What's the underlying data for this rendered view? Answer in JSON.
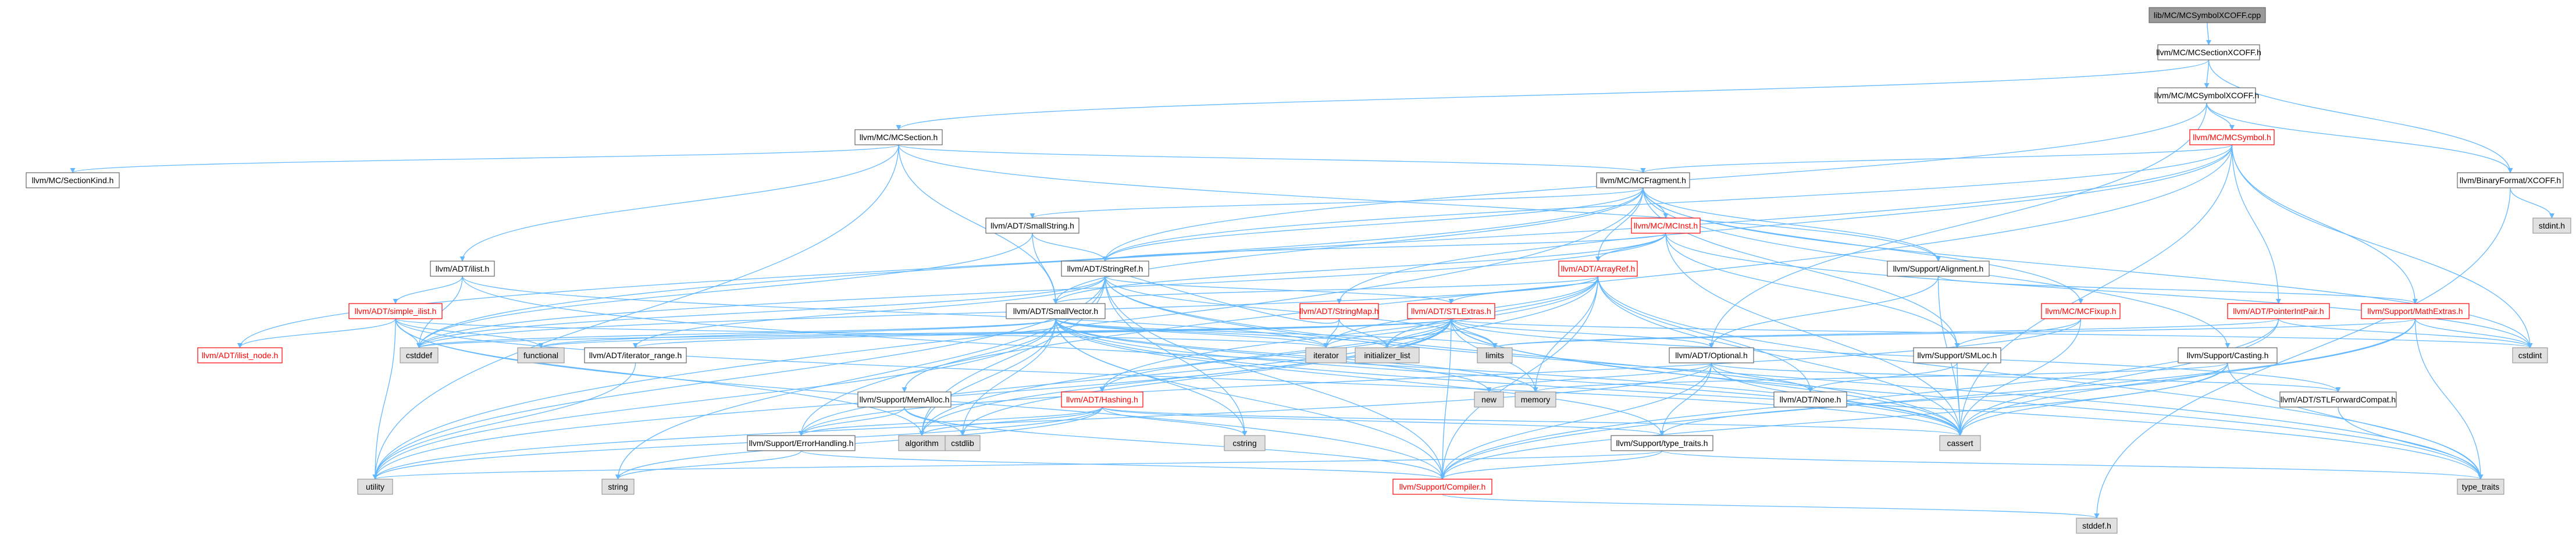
{
  "colors": {
    "root_fill": "#999999",
    "root_text": "#000000",
    "default_fill": "#ffffff",
    "default_stroke": "#666666",
    "default_text": "#000000",
    "truncated_stroke": "#ff0000",
    "truncated_text": "#ff0000",
    "system_fill": "#e0e0e0",
    "system_stroke": "#999999",
    "system_text": "#000000",
    "edge": "#63b8ff"
  },
  "nodes": [
    {
      "id": "root",
      "label": "lib/MC/MCSymbolXCOFF.cpp",
      "kind": "root"
    },
    {
      "id": "mcsectionxcoff",
      "label": "llvm/MC/MCSectionXCOFF.h",
      "kind": "default"
    },
    {
      "id": "mcsymbolxcoff",
      "label": "llvm/MC/MCSymbolXCOFF.h",
      "kind": "default"
    },
    {
      "id": "mcsection",
      "label": "llvm/MC/MCSection.h",
      "kind": "default"
    },
    {
      "id": "binaryxcoff",
      "label": "llvm/BinaryFormat/XCOFF.h",
      "kind": "default"
    },
    {
      "id": "mcsymbol",
      "label": "llvm/MC/MCSymbol.h",
      "kind": "truncated"
    },
    {
      "id": "mcsectionkind",
      "label": "llvm/MC/SectionKind.h",
      "kind": "default"
    },
    {
      "id": "mcfragment",
      "label": "llvm/MC/MCFragment.h",
      "kind": "default"
    },
    {
      "id": "stdint",
      "label": "stdint.h",
      "kind": "system"
    },
    {
      "id": "smallstring",
      "label": "llvm/ADT/SmallString.h",
      "kind": "default"
    },
    {
      "id": "mcinst",
      "label": "llvm/MC/MCInst.h",
      "kind": "truncated"
    },
    {
      "id": "ilist",
      "label": "llvm/ADT/ilist.h",
      "kind": "default"
    },
    {
      "id": "stringref",
      "label": "llvm/ADT/StringRef.h",
      "kind": "default"
    },
    {
      "id": "arrayref",
      "label": "llvm/ADT/ArrayRef.h",
      "kind": "truncated"
    },
    {
      "id": "alignment",
      "label": "llvm/Support/Alignment.h",
      "kind": "default"
    },
    {
      "id": "simpleilist",
      "label": "llvm/ADT/simple_ilist.h",
      "kind": "truncated"
    },
    {
      "id": "smallvector",
      "label": "llvm/ADT/SmallVector.h",
      "kind": "default"
    },
    {
      "id": "stringmap",
      "label": "llvm/ADT/StringMap.h",
      "kind": "truncated"
    },
    {
      "id": "stlextras",
      "label": "llvm/ADT/STLExtras.h",
      "kind": "truncated"
    },
    {
      "id": "mcfixup",
      "label": "llvm/MC/MCFixup.h",
      "kind": "truncated"
    },
    {
      "id": "pointerintpair",
      "label": "llvm/ADT/PointerIntPair.h",
      "kind": "truncated"
    },
    {
      "id": "mathextras",
      "label": "llvm/Support/MathExtras.h",
      "kind": "truncated"
    },
    {
      "id": "ilistnode",
      "label": "llvm/ADT/ilist_node.h",
      "kind": "truncated"
    },
    {
      "id": "cstddef",
      "label": "cstddef",
      "kind": "system"
    },
    {
      "id": "functional",
      "label": "functional",
      "kind": "system"
    },
    {
      "id": "iteratorrange",
      "label": "llvm/ADT/iterator_range.h",
      "kind": "default"
    },
    {
      "id": "memalloc",
      "label": "llvm/Support/MemAlloc.h",
      "kind": "default"
    },
    {
      "id": "iterator",
      "label": "iterator",
      "kind": "system"
    },
    {
      "id": "initlist",
      "label": "initializer_list",
      "kind": "system"
    },
    {
      "id": "limits",
      "label": "limits",
      "kind": "system"
    },
    {
      "id": "optional",
      "label": "llvm/ADT/Optional.h",
      "kind": "default"
    },
    {
      "id": "smloc",
      "label": "llvm/Support/SMLoc.h",
      "kind": "default"
    },
    {
      "id": "casting",
      "label": "llvm/Support/Casting.h",
      "kind": "default"
    },
    {
      "id": "cstdint",
      "label": "cstdint",
      "kind": "system"
    },
    {
      "id": "cstdlib",
      "label": "cstdlib",
      "kind": "system"
    },
    {
      "id": "new",
      "label": "new",
      "kind": "system"
    },
    {
      "id": "memory",
      "label": "memory",
      "kind": "system"
    },
    {
      "id": "hashing",
      "label": "llvm/ADT/Hashing.h",
      "kind": "truncated"
    },
    {
      "id": "none",
      "label": "llvm/ADT/None.h",
      "kind": "default"
    },
    {
      "id": "stlforwardcompat",
      "label": "llvm/ADT/STLForwardCompat.h",
      "kind": "default"
    },
    {
      "id": "errorhandling",
      "label": "llvm/Support/ErrorHandling.h",
      "kind": "default"
    },
    {
      "id": "algorithm",
      "label": "algorithm",
      "kind": "system"
    },
    {
      "id": "cstring",
      "label": "cstring",
      "kind": "system"
    },
    {
      "id": "typetraits",
      "label": "llvm/Support/type_traits.h",
      "kind": "default"
    },
    {
      "id": "cassert",
      "label": "cassert",
      "kind": "system"
    },
    {
      "id": "utility",
      "label": "utility",
      "kind": "system"
    },
    {
      "id": "string",
      "label": "string",
      "kind": "system"
    },
    {
      "id": "compiler",
      "label": "llvm/Support/Compiler.h",
      "kind": "truncated"
    },
    {
      "id": "type_traits",
      "label": "type_traits",
      "kind": "system"
    },
    {
      "id": "stddef",
      "label": "stddef.h",
      "kind": "system"
    }
  ],
  "edges": [
    [
      "root",
      "mcsectionxcoff"
    ],
    [
      "mcsectionxcoff",
      "mcsymbolxcoff"
    ],
    [
      "mcsectionxcoff",
      "mcsection"
    ],
    [
      "mcsectionxcoff",
      "binaryxcoff"
    ],
    [
      "mcsymbolxcoff",
      "binaryxcoff"
    ],
    [
      "mcsymbolxcoff",
      "mcsymbol"
    ],
    [
      "mcsymbolxcoff",
      "stringref"
    ],
    [
      "mcsymbolxcoff",
      "optional"
    ],
    [
      "binaryxcoff",
      "stdint"
    ],
    [
      "binaryxcoff",
      "stddef"
    ],
    [
      "mcsection",
      "mcsectionkind"
    ],
    [
      "mcsection",
      "mcfragment"
    ],
    [
      "mcsection",
      "ilist"
    ],
    [
      "mcsection",
      "smallvector"
    ],
    [
      "mcsection",
      "alignment"
    ],
    [
      "mcsection",
      "utility"
    ],
    [
      "mcsymbol",
      "mcfragment"
    ],
    [
      "mcsymbol",
      "pointerintpair"
    ],
    [
      "mcsymbol",
      "stringmap"
    ],
    [
      "mcsymbol",
      "errorhandling"
    ],
    [
      "mcsymbol",
      "mathextras"
    ],
    [
      "mcsymbol",
      "cassert"
    ],
    [
      "mcsymbol",
      "cstdint"
    ],
    [
      "mcsymbol",
      "cstddef"
    ],
    [
      "mcsymbol",
      "stringref"
    ],
    [
      "mcfragment",
      "smallstring"
    ],
    [
      "mcfragment",
      "mcinst"
    ],
    [
      "mcfragment",
      "arrayref"
    ],
    [
      "mcfragment",
      "smallvector"
    ],
    [
      "mcfragment",
      "stringref"
    ],
    [
      "mcfragment",
      "ilistnode"
    ],
    [
      "mcfragment",
      "mcfixup"
    ],
    [
      "mcfragment",
      "alignment"
    ],
    [
      "mcfragment",
      "casting"
    ],
    [
      "mcfragment",
      "smloc"
    ],
    [
      "mcfragment",
      "cstdint"
    ],
    [
      "mcfragment",
      "utility"
    ],
    [
      "smallstring",
      "smallvector"
    ],
    [
      "smallstring",
      "stringref"
    ],
    [
      "smallstring",
      "cstddef"
    ],
    [
      "mcinst",
      "arrayref"
    ],
    [
      "mcinst",
      "smallvector"
    ],
    [
      "mcinst",
      "stringref"
    ],
    [
      "mcinst",
      "smloc"
    ],
    [
      "mcinst",
      "bitcastplaceholder"
    ],
    [
      "mcinst",
      "cassert"
    ],
    [
      "mcinst",
      "cstddef"
    ],
    [
      "mcinst",
      "cstdint"
    ],
    [
      "ilist",
      "simpleilist"
    ],
    [
      "ilist",
      "cassert"
    ],
    [
      "ilist",
      "cstddef"
    ],
    [
      "ilist",
      "iterator"
    ],
    [
      "stringref",
      "stlextras"
    ],
    [
      "stringref",
      "iteratorrange"
    ],
    [
      "stringref",
      "compiler"
    ],
    [
      "stringref",
      "algorithm"
    ],
    [
      "stringref",
      "cassert"
    ],
    [
      "stringref",
      "cstddef"
    ],
    [
      "stringref",
      "cstring"
    ],
    [
      "stringref",
      "limits"
    ],
    [
      "stringref",
      "string"
    ],
    [
      "stringref",
      "type_traits"
    ],
    [
      "stringref",
      "utility"
    ],
    [
      "arrayref",
      "hashing"
    ],
    [
      "arrayref",
      "none"
    ],
    [
      "arrayref",
      "smallvector"
    ],
    [
      "arrayref",
      "stlextras"
    ],
    [
      "arrayref",
      "compiler"
    ],
    [
      "arrayref",
      "algorithm"
    ],
    [
      "arrayref",
      "cassert"
    ],
    [
      "arrayref",
      "cstddef"
    ],
    [
      "arrayref",
      "initlist"
    ],
    [
      "arrayref",
      "iterator"
    ],
    [
      "arrayref",
      "memory"
    ],
    [
      "arrayref",
      "type_traits"
    ],
    [
      "arrayref",
      "vector"
    ],
    [
      "alignment",
      "mathextras"
    ],
    [
      "alignment",
      "cassert"
    ],
    [
      "alignment",
      "optional"
    ],
    [
      "simpleilist",
      "ilistnode"
    ],
    [
      "simpleilist",
      "compiler"
    ],
    [
      "simpleilist",
      "algorithm"
    ],
    [
      "simpleilist",
      "cassert"
    ],
    [
      "simpleilist",
      "cstddef"
    ],
    [
      "simpleilist",
      "functional"
    ],
    [
      "simpleilist",
      "iterator"
    ],
    [
      "simpleilist",
      "utility"
    ],
    [
      "smallvector",
      "memalloc"
    ],
    [
      "smallvector",
      "typetraits"
    ],
    [
      "smallvector",
      "algorithm"
    ],
    [
      "smallvector",
      "cassert"
    ],
    [
      "smallvector",
      "cstddef"
    ],
    [
      "smallvector",
      "cstdlib"
    ],
    [
      "smallvector",
      "cstring"
    ],
    [
      "smallvector",
      "functional"
    ],
    [
      "smallvector",
      "initlist"
    ],
    [
      "smallvector",
      "iterator"
    ],
    [
      "smallvector",
      "limits"
    ],
    [
      "smallvector",
      "memory"
    ],
    [
      "smallvector",
      "new"
    ],
    [
      "smallvector",
      "type_traits"
    ],
    [
      "smallvector",
      "utility"
    ],
    [
      "smallvector",
      "compiler"
    ],
    [
      "stringmap",
      "stringref"
    ],
    [
      "stringmap",
      "iterator"
    ],
    [
      "stringmap",
      "initlist"
    ],
    [
      "stlextras",
      "hashing"
    ],
    [
      "stlextras",
      "optional"
    ],
    [
      "stlextras",
      "stlforwardcompat"
    ],
    [
      "stlextras",
      "iteratorrange"
    ],
    [
      "stlextras",
      "errorhandling"
    ],
    [
      "stlextras",
      "algorithm"
    ],
    [
      "stlextras",
      "cassert"
    ],
    [
      "stlextras",
      "cstddef"
    ],
    [
      "stlextras",
      "cstdint"
    ],
    [
      "stlextras",
      "cstdlib"
    ],
    [
      "stlextras",
      "functional"
    ],
    [
      "stlextras",
      "initlist"
    ],
    [
      "stlextras",
      "iterator"
    ],
    [
      "stlextras",
      "limits"
    ],
    [
      "stlextras",
      "memory"
    ],
    [
      "stlextras",
      "type_traits"
    ],
    [
      "stlextras",
      "utility"
    ],
    [
      "stlextras",
      "compiler"
    ],
    [
      "mcfixup",
      "smloc"
    ],
    [
      "mcfixup",
      "errorhandling"
    ],
    [
      "mcfixup",
      "cassert"
    ],
    [
      "pointerintpair",
      "compiler"
    ],
    [
      "pointerintpair",
      "cassert"
    ],
    [
      "pointerintpair",
      "cstdint"
    ],
    [
      "pointerintpair",
      "limits"
    ],
    [
      "mathextras",
      "compiler"
    ],
    [
      "mathextras",
      "cassert"
    ],
    [
      "mathextras",
      "cstdint"
    ],
    [
      "mathextras",
      "limits"
    ],
    [
      "mathextras",
      "type_traits"
    ],
    [
      "iteratorrange",
      "utility"
    ],
    [
      "memalloc",
      "compiler"
    ],
    [
      "memalloc",
      "errorhandling"
    ],
    [
      "memalloc",
      "cstdlib"
    ],
    [
      "optional",
      "none"
    ],
    [
      "optional",
      "stlforwardcompat"
    ],
    [
      "optional",
      "compiler"
    ],
    [
      "optional",
      "typetraits"
    ],
    [
      "optional",
      "cassert"
    ],
    [
      "optional",
      "new"
    ],
    [
      "optional",
      "utility"
    ],
    [
      "smloc",
      "none"
    ],
    [
      "smloc",
      "cassert"
    ],
    [
      "casting",
      "compiler"
    ],
    [
      "casting",
      "typetraits"
    ],
    [
      "casting",
      "cassert"
    ],
    [
      "casting",
      "memory"
    ],
    [
      "casting",
      "type_traits"
    ],
    [
      "hashing",
      "errorhandling"
    ],
    [
      "hashing",
      "typetraits"
    ],
    [
      "hashing",
      "algorithm"
    ],
    [
      "hashing",
      "cassert"
    ],
    [
      "hashing",
      "cstring"
    ],
    [
      "hashing",
      "string"
    ],
    [
      "hashing",
      "tuple"
    ],
    [
      "hashing",
      "utility"
    ],
    [
      "stlforwardcompat",
      "type_traits"
    ],
    [
      "errorhandling",
      "compiler"
    ],
    [
      "errorhandling",
      "string"
    ],
    [
      "typetraits",
      "compiler"
    ],
    [
      "typetraits",
      "type_traits"
    ],
    [
      "typetraits",
      "utility"
    ],
    [
      "compiler",
      "stddef"
    ]
  ]
}
